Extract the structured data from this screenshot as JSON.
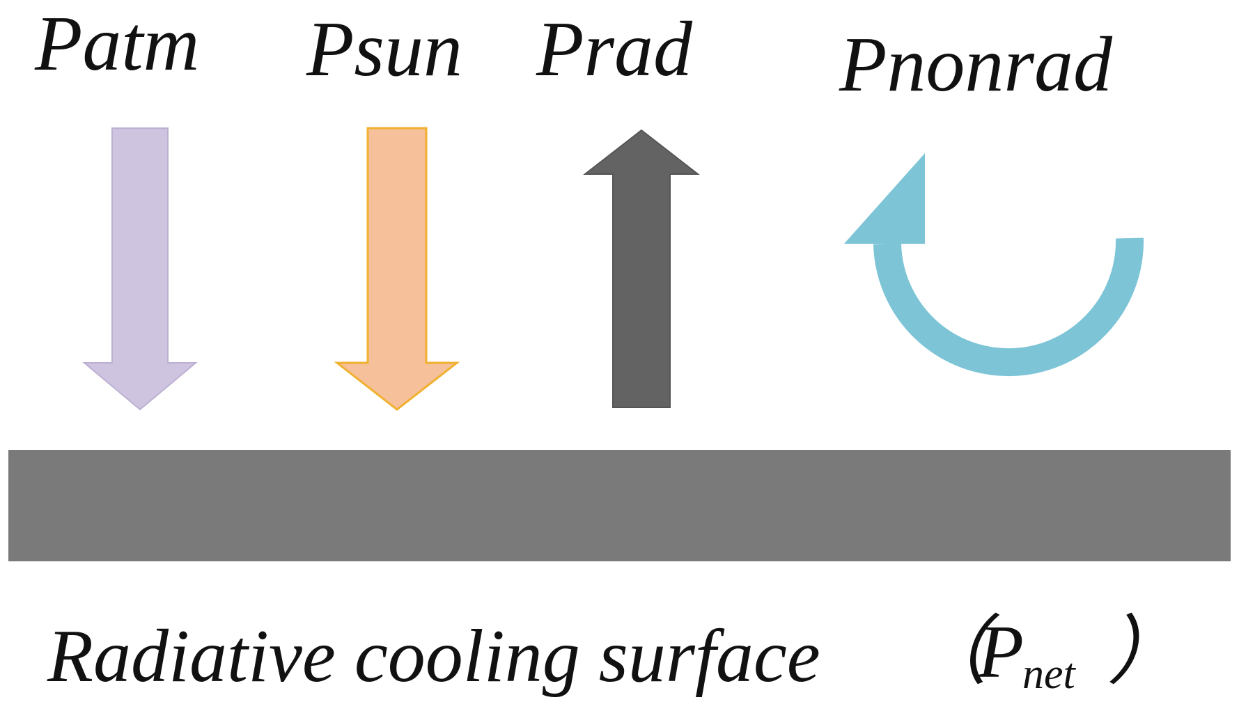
{
  "labels": {
    "atm": "Patm",
    "sun": "Psun",
    "rad": "Prad",
    "nonrad": "Pnonrad"
  },
  "surface": {
    "caption_main": "Radiative cooling surface",
    "paren_open": "（",
    "net_symbol": "P",
    "net_subscript": "net",
    "paren_close": "）"
  },
  "colors": {
    "atm_arrow": "#cfc4e0",
    "sun_arrow": "#f5c09a",
    "sun_arrow_edge": "#f0b030",
    "rad_arrow": "#636363",
    "nonrad_arrow": "#7cc4d6",
    "surface_bar": "#7a7a7a"
  },
  "icons": {
    "atm": "arrow-down-icon",
    "sun": "arrow-down-icon",
    "rad": "arrow-up-icon",
    "nonrad": "circular-arrow-icon"
  }
}
